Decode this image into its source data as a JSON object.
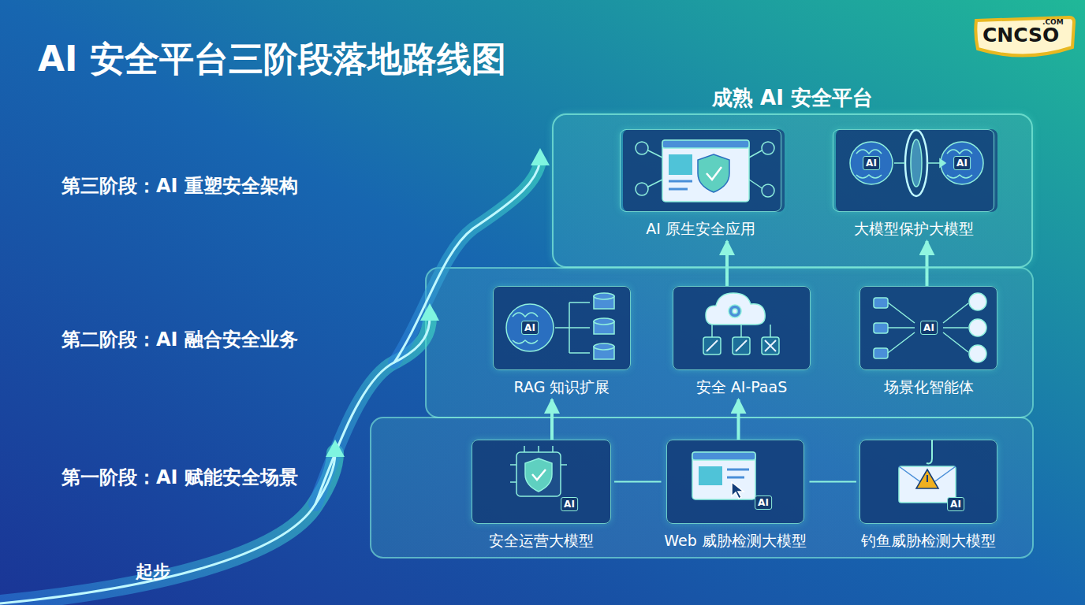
{
  "diagram": {
    "title": "AI 安全平台三阶段落地路线图",
    "nodes": [
      {
        "text": [
          "成熟 AI 安全平台"
        ]
      },
      {
        "text": [
          "AI 原生安全应用"
        ],
        "in": 0
      },
      {
        "text": [
          "大模型保护大模型"
        ],
        "in": 0
      },
      {
        "text": [
          "RAG 知识扩展"
        ]
      },
      {
        "text": [
          "安全 AI-PaaS"
        ]
      },
      {
        "text": [
          "场景化智能体"
        ]
      },
      {
        "text": [
          "安全运营大模型"
        ]
      },
      {
        "text": [
          "Web 威胁检测大模型"
        ]
      },
      {
        "text": [
          "钓鱼威胁检测大模型"
        ]
      }
    ],
    "edges": [
      {
        "from": 6,
        "to": 3,
        "arrow": "to"
      },
      {
        "from": 7,
        "to": 4,
        "arrow": "to"
      },
      {
        "from": 4,
        "to": 1,
        "arrow": "to"
      },
      {
        "from": 5,
        "to": 2,
        "arrow": "to"
      },
      {
        "from": 6,
        "to": 7,
        "arrow": "none"
      },
      {
        "from": 7,
        "to": 8,
        "arrow": "none"
      }
    ],
    "labels": [
      "第三阶段：AI 重塑安全架构",
      "第二阶段：AI 融合安全业务",
      "第一阶段：AI 赋能安全场景",
      "起步",
      "CNCSO",
      ".COM",
      "AI",
      "AI",
      "AI",
      "AI",
      "AI",
      "AI",
      "AI"
    ]
  }
}
